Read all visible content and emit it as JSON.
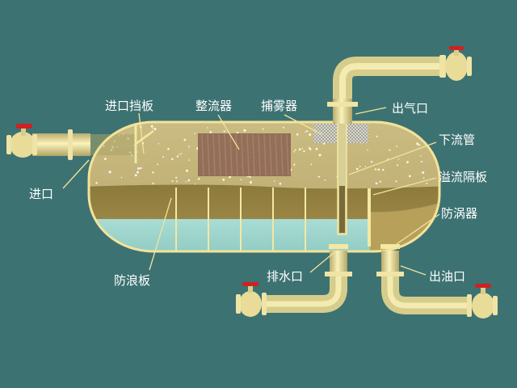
{
  "diagram": {
    "labels": {
      "inlet_baffle": "进口挡板",
      "straightener": "整流器",
      "mist_eliminator": "捕雾器",
      "gas_outlet": "出气口",
      "downcomer": "下流管",
      "overflow_weir": "溢流隔板",
      "vortex_breaker": "防涡器",
      "inlet": "进口",
      "wave_breaker": "防浪板",
      "water_outlet": "排水口",
      "oil_outlet": "出油口"
    },
    "colors": {
      "background": "#3d7272",
      "pipe": "#ece29c",
      "vessel_outline": "#f3e39a",
      "gas_space": "#bfae73",
      "oil_layer": "#9f8a45",
      "water_layer": "#9fd3cc",
      "valve_handle": "#cc2222"
    }
  }
}
